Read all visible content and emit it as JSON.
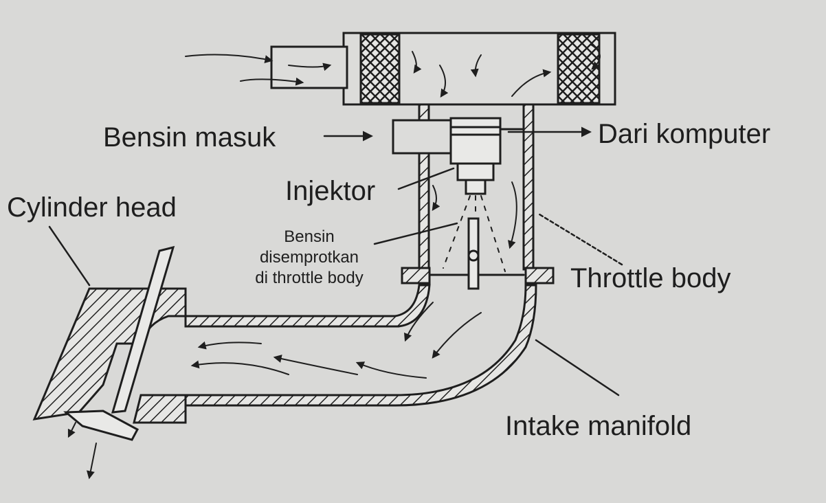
{
  "labels": {
    "bensin_masuk": "Bensin masuk",
    "dari_komputer": "Dari komputer",
    "injektor": "Injektor",
    "cylinder_head": "Cylinder head",
    "bensin_disemprotkan": [
      "Bensin",
      "disemprotkan",
      "di throttle body"
    ],
    "throttle_body": "Throttle body",
    "intake_manifold": "Intake manifold"
  },
  "colors": {
    "paper": "#d9d9d7",
    "ink": "#1e1e1e"
  }
}
